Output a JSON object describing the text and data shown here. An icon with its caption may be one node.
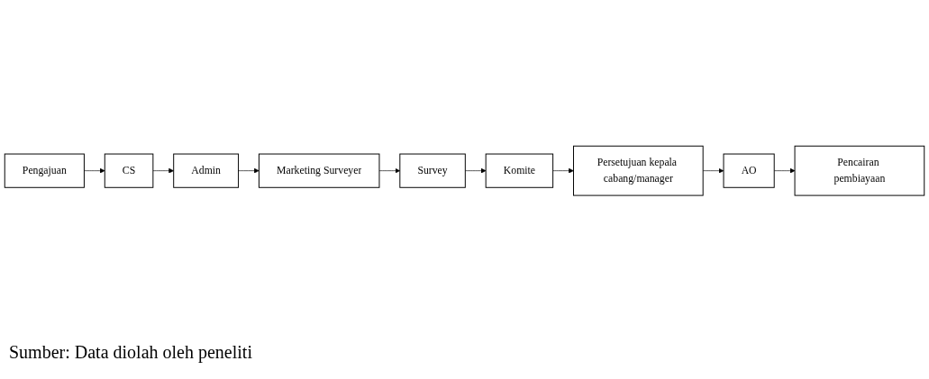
{
  "diagram": {
    "caption": "Sumber: Data diolah oleh peneliti",
    "nodes": [
      {
        "text": [
          "Pengajuan"
        ]
      },
      {
        "text": [
          "CS"
        ]
      },
      {
        "text": [
          "Admin"
        ]
      },
      {
        "text": [
          "Marketing Surveyer"
        ]
      },
      {
        "text": [
          "Survey"
        ]
      },
      {
        "text": [
          "Komite"
        ]
      },
      {
        "text": [
          "Persetujuan kepala cabang/manager"
        ]
      },
      {
        "text": [
          "AO"
        ]
      },
      {
        "text": [
          "Pencairan pembiayaan"
        ]
      }
    ],
    "edges": [
      {
        "from": 0,
        "to": 1,
        "arrow": "to"
      },
      {
        "from": 1,
        "to": 2,
        "arrow": "to"
      },
      {
        "from": 2,
        "to": 3,
        "arrow": "to"
      },
      {
        "from": 3,
        "to": 4,
        "arrow": "to"
      },
      {
        "from": 4,
        "to": 5,
        "arrow": "to"
      },
      {
        "from": 5,
        "to": 6,
        "arrow": "to"
      },
      {
        "from": 6,
        "to": 7,
        "arrow": "to"
      },
      {
        "from": 7,
        "to": 8,
        "arrow": "to"
      }
    ]
  }
}
